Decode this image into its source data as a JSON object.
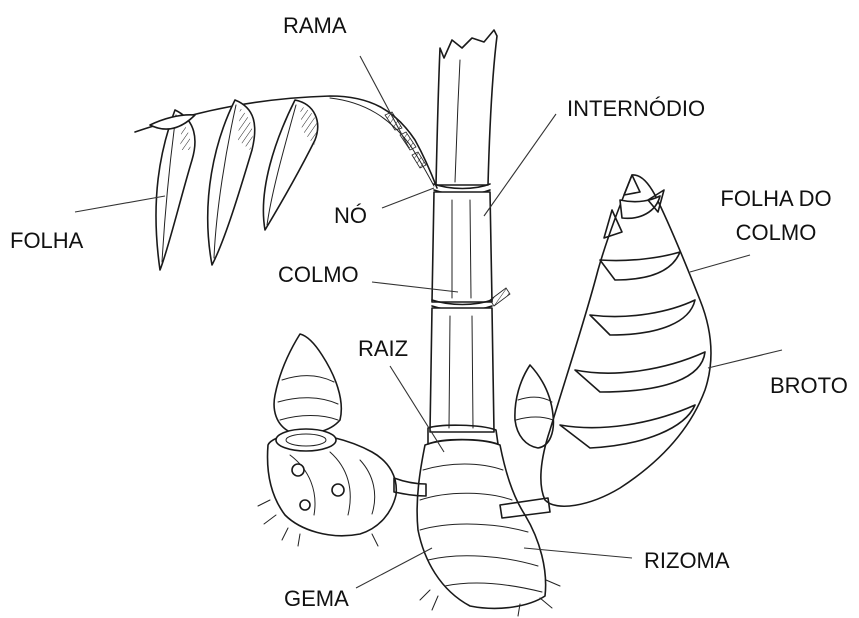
{
  "labels": {
    "rama": "RAMA",
    "internodio": "INTERNÓDIO",
    "folha": "FOLHA",
    "no": "NÓ",
    "folha_do_colmo_line1": "FOLHA DO",
    "folha_do_colmo_line2": "COLMO",
    "colmo": "COLMO",
    "raiz": "RAIZ",
    "broto": "BROTO",
    "rizoma": "RIZOMA",
    "gema": "GEMA"
  }
}
